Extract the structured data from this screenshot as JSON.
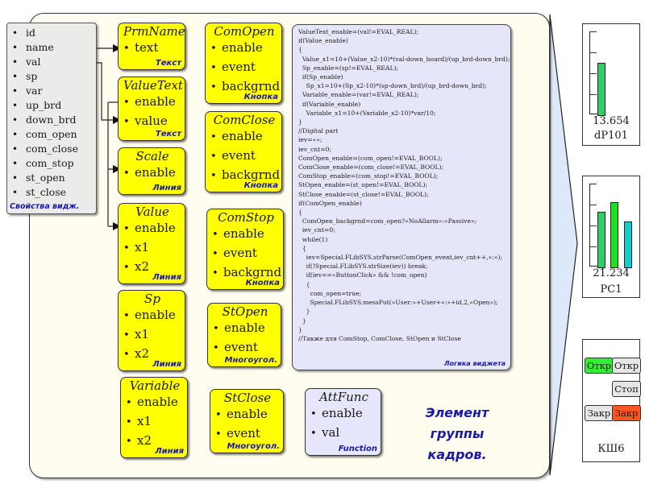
{
  "widget_properties": {
    "items": [
      "id",
      "name",
      "val",
      "sp",
      "var",
      "up_brd",
      "down_brd",
      "com_open",
      "com_close",
      "com_stop",
      "st_open",
      "st_close"
    ],
    "caption": "Свойства видж."
  },
  "elements": {
    "prmname": {
      "title": "PrmName",
      "attrs": [
        "text"
      ],
      "type": "Текст"
    },
    "valuetext": {
      "title": "ValueText",
      "attrs": [
        "enable",
        "value"
      ],
      "type": "Текст"
    },
    "scale": {
      "title": "Scale",
      "attrs": [
        "enable"
      ],
      "type": "Линия"
    },
    "value": {
      "title": "Value",
      "attrs": [
        "enable",
        "x1",
        "x2"
      ],
      "type": "Линия"
    },
    "sp": {
      "title": "Sp",
      "attrs": [
        "enable",
        "x1",
        "x2"
      ],
      "type": "Линия"
    },
    "variable": {
      "title": "Variable",
      "attrs": [
        "enable",
        "x1",
        "x2"
      ],
      "type": "Линия"
    },
    "comopen": {
      "title": "ComOpen",
      "attrs": [
        "enable",
        "event",
        "backgrnd"
      ],
      "type": "Кнопка"
    },
    "comclose": {
      "title": "ComClose",
      "attrs": [
        "enable",
        "event",
        "backgrnd"
      ],
      "type": "Кнопка"
    },
    "comstop": {
      "title": "ComStop",
      "attrs": [
        "enable",
        "event",
        "backgrnd"
      ],
      "type": "Кнопка"
    },
    "stopen": {
      "title": "StOpen",
      "attrs": [
        "enable",
        "event"
      ],
      "type": "Многоугол."
    },
    "stclose": {
      "title": "StClose",
      "attrs": [
        "enable",
        "event"
      ],
      "type": "Многоугол."
    },
    "attfunc": {
      "title": "AttFunc",
      "attrs": [
        "enable",
        "val"
      ],
      "type": "Function"
    }
  },
  "code": {
    "lines": [
      "ValueText_enable=(val!=EVAL_REAL);",
      "if(Value_enable)",
      "{",
      "  Value_x1=10+(Value_x2-10)*(val-down_board)/(up_brd-down_brd);",
      "  Sp_enable=(sp!=EVAL_REAL);",
      "  if(Sp_enable)",
      "    Sp_x1=10+(Sp_x2-10)*(sp-down_brd)/(up_brd-down_brd);",
      "  Variable_enable=(var!=EVAL_REAL);",
      "  if(Variable_enable)",
      "    Variable_x1=10+(Variable_x2-10)*var/10;",
      "}",
      "//Digital part",
      "iev=«»;",
      "iev_cnt=0;",
      "ComOpen_enable=(com_open!=EVAL_BOOL);",
      "ComClose_enable=(com_close!=EVAL_BOOL);",
      "ComStop_enable=(com_stop!=EVAL_BOOL);",
      "StOpen_enable=(st_open!=EVAL_BOOL);",
      "StClose_enable=(st_close!=EVAL_BOOL);",
      "if(ComOpen_enable)",
      "{",
      "  ComOpen_backgrnd=com_open?«NoAllarm»:«Passive»;",
      "  iev_cnt=0;",
      "  while(1)",
      "  {",
      "    iev=Special.FLibSYS.strParse(ComOpen_event,iev_cnt++,«:»);",
      "    if(!Special.FLibSYS.strSize(iev)) break;",
      "    if(iev==«ButtonClick» && !com_open)",
      "    {",
      "      com_open=true;",
      "      Special.FLibSYS.messPut(«User:»+User+«:»+id,2,«Open»);",
      "    }",
      "  }",
      "}",
      "//Также для ComStop, ComClose, StOpen и StClose"
    ],
    "caption": "Логика виджета"
  },
  "element_label": {
    "line1": "Элемент",
    "line2": "группы кадров."
  },
  "widgets": {
    "dp101": {
      "value": "13.654",
      "name": "dP101",
      "bar_fraction": 0.62,
      "bar_color": "#33cc66"
    },
    "pc1": {
      "value": "21.234",
      "name": "PC1",
      "bars": [
        {
          "fraction": 0.66,
          "color": "#33cc66"
        },
        {
          "fraction": 0.78,
          "color": "#22dd22"
        },
        {
          "fraction": 0.54,
          "color": "#11cccc"
        }
      ]
    },
    "ksh6": {
      "name": "КШ6",
      "buttons": {
        "open_state": {
          "label": "Откр",
          "color": "#33ee33"
        },
        "open_cmd": {
          "label": "Откр",
          "color": "#e6e6e6"
        },
        "stop_cmd": {
          "label": "Стоп",
          "color": "#e6e6e6"
        },
        "close_cmd": {
          "label": "Закр",
          "color": "#e6e6e6"
        },
        "close_state": {
          "label": "Закр",
          "color": "#ff5522"
        }
      }
    }
  }
}
